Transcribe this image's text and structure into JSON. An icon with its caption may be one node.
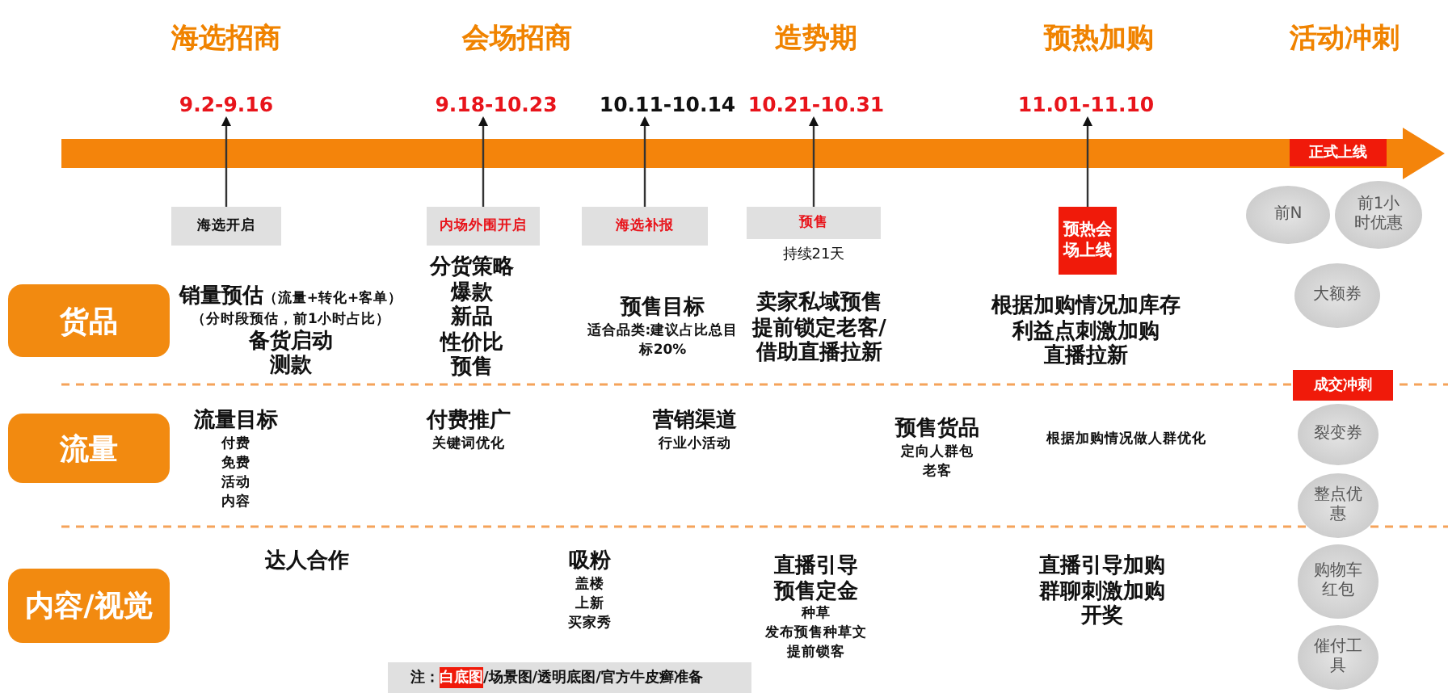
{
  "diagram": {
    "nodes": [
      {
        "text": [
          "9.2-9.16"
        ]
      },
      {
        "text": [
          "9.18-10.23"
        ]
      },
      {
        "text": [
          "10.11-10.14"
        ]
      },
      {
        "text": [
          "10.21-10.31"
        ]
      },
      {
        "text": [
          "11.01-11.10"
        ]
      },
      {
        "text": [
          "正式上线"
        ]
      },
      {
        "text": [
          "海选开启"
        ]
      },
      {
        "text": [
          "内场外围开启"
        ]
      },
      {
        "text": [
          "海选补报"
        ]
      },
      {
        "text": [
          "预售"
        ],
        "beside": [
          "持续21天"
        ]
      },
      {
        "text": [
          "预热会场上线"
        ]
      },
      {
        "text": [
          "前N"
        ]
      },
      {
        "text": [
          "前1小时优惠"
        ]
      },
      {
        "text": [
          "货品"
        ]
      },
      {
        "text": [
          "大额券"
        ]
      },
      {
        "text": [
          "成交冲刺"
        ]
      },
      {
        "text": [
          "流量"
        ]
      },
      {
        "text": [
          "裂变券"
        ]
      },
      {
        "text": [
          "整点优惠"
        ]
      },
      {
        "text": [
          "内容/视觉"
        ]
      },
      {
        "text": [
          "购物车红包"
        ]
      },
      {
        "text": [
          "催付工具"
        ]
      },
      {
        "text": [
          "注：",
          "白底图",
          "/场景图/透明底图/官方牛皮癣准备"
        ]
      }
    ],
    "edges": [
      {
        "from": 6,
        "to": 0,
        "arrow": "to"
      },
      {
        "from": 7,
        "to": 1,
        "arrow": "to"
      },
      {
        "from": 8,
        "to": 2,
        "arrow": "to"
      },
      {
        "from": 9,
        "to": 3,
        "arrow": "to"
      },
      {
        "from": 10,
        "to": 4,
        "arrow": "to"
      }
    ],
    "labels": [
      "海选招商",
      "会场招商",
      "造势期",
      "预热加购",
      "活动冲刺",
      "销量预估",
      "（流量+转化+客单）",
      "（分时段预估，前1小时占比）",
      "备货启动",
      "测款",
      "分货策略",
      "爆款",
      "新品",
      "性价比",
      "预售",
      "预售目标",
      "适合品类:建议占比总目标20%",
      "卖家私域预售",
      "提前锁定老客/",
      "借助直播拉新",
      "根据加购情况加库存",
      "利益点刺激加购",
      "直播拉新",
      "流量目标",
      "付费",
      "免费",
      "活动",
      "内容",
      "付费推广",
      "关键词优化",
      "营销渠道",
      "行业小活动",
      "预售货品",
      "定向人群包",
      "老客",
      "根据加购情况做人群优化",
      "达人合作",
      "吸粉",
      "盖楼",
      "上新",
      "买家秀",
      "直播引导",
      "预售定金",
      "种草",
      "发布预售种草文",
      "提前锁客",
      "直播引导加购",
      "群聊刺激加购",
      "开奖"
    ]
  }
}
